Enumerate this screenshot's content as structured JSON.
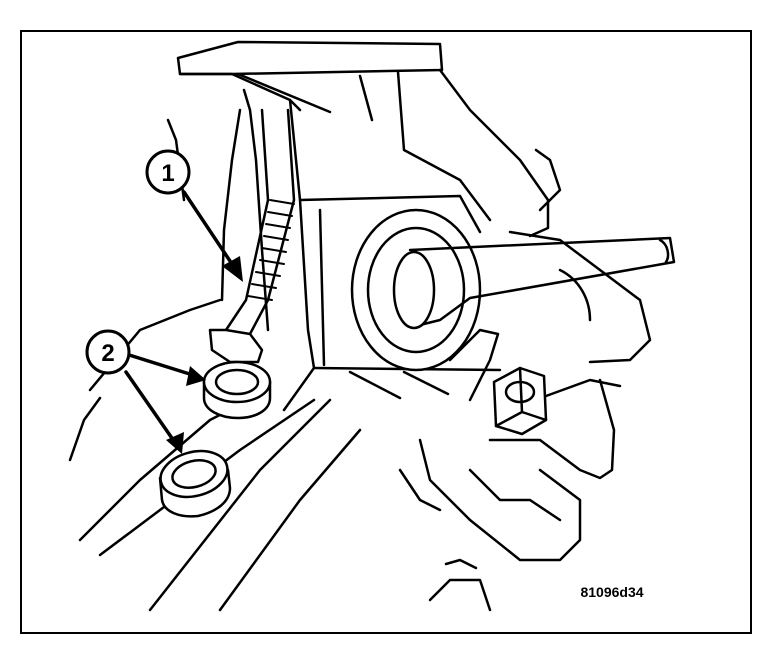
{
  "callouts": [
    {
      "id": "1",
      "label": "1"
    },
    {
      "id": "2",
      "label": "2"
    }
  ],
  "figure_id": "81096d34",
  "colors": {
    "line": "#000000",
    "background": "#ffffff"
  }
}
